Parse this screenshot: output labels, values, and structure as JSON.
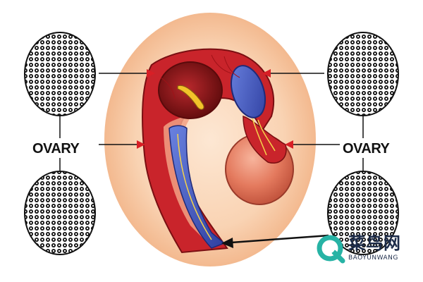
{
  "labels": {
    "left": "OVARY",
    "right": "OVARY"
  },
  "watermark": {
    "brand_cn": "菜鸟网",
    "brand_en": "BAOYUNWANG",
    "logo_icon": "q-logo-icon"
  },
  "colors": {
    "halo": "#f6c9a4",
    "red_tissue": "#c9242b",
    "dark_red": "#8a1214",
    "blue_duct": "#4860c8",
    "pink_bulb": "#e98a70",
    "arrow_red": "#d81f26",
    "watermark_teal": "#27b3a5"
  }
}
